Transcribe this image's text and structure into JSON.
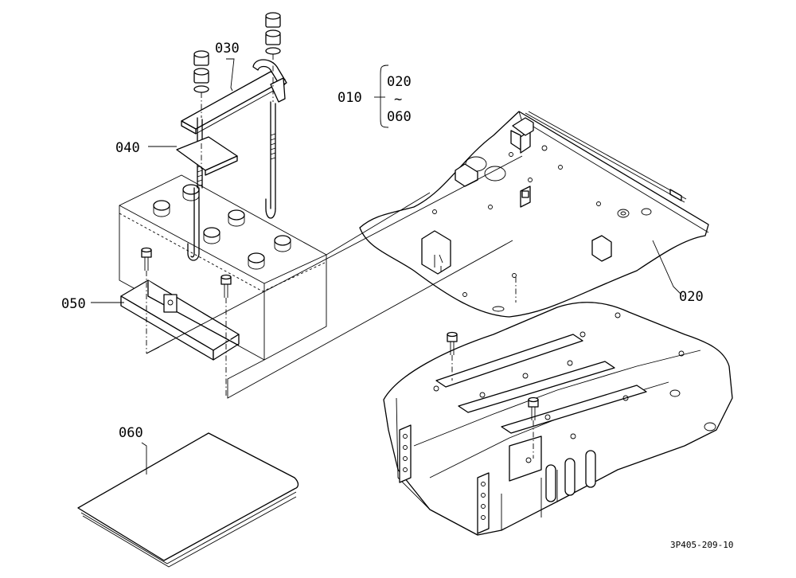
{
  "callouts": {
    "assembly": "010",
    "range_start": "020",
    "range_sep": "~",
    "range_end": "060",
    "plate": "020",
    "clamp": "030",
    "pad": "040",
    "tray": "050",
    "sheet": "060"
  },
  "figure_code": "3P405-209-10"
}
